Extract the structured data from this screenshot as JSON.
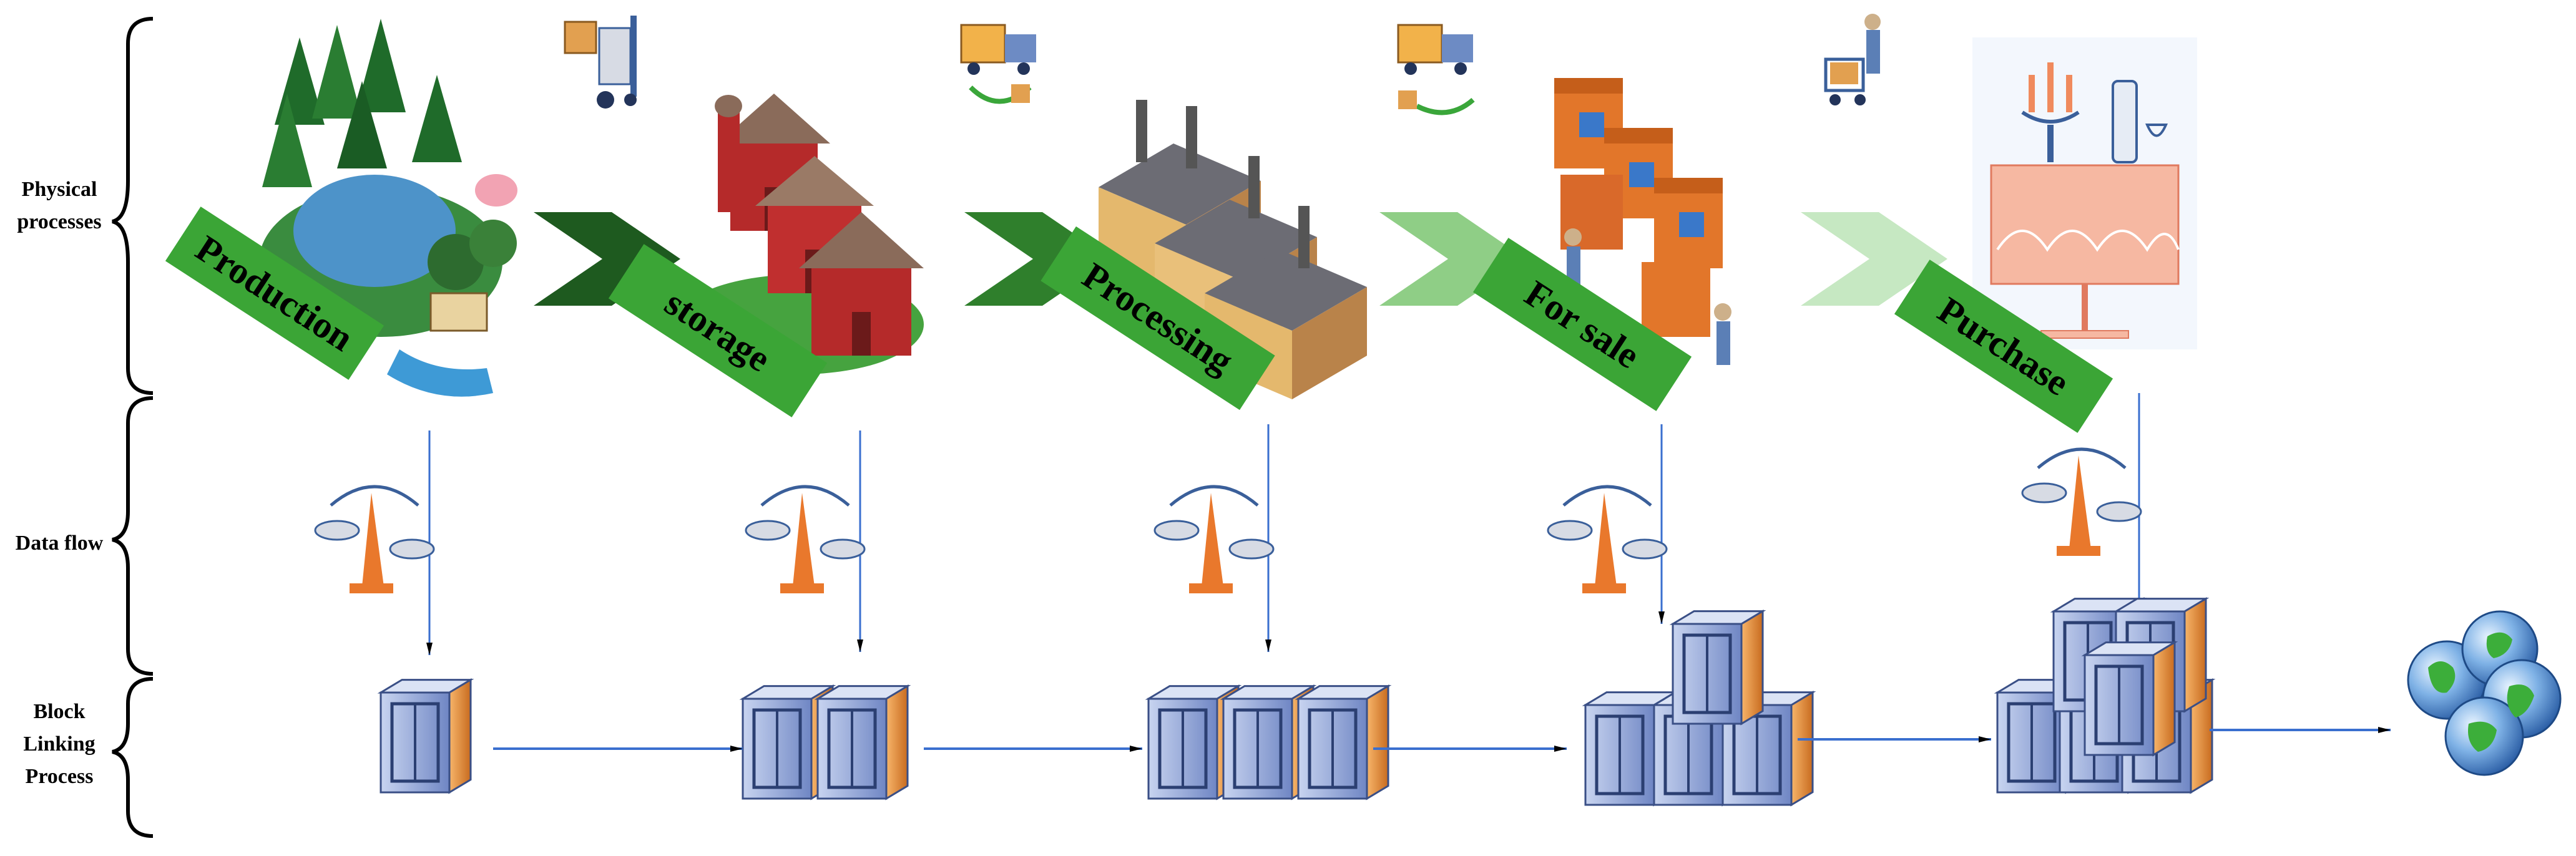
{
  "rows": {
    "physical": [
      "Physical",
      "processes"
    ],
    "data": [
      "Data flow"
    ],
    "block": [
      "Block",
      "Linking",
      "Process"
    ]
  },
  "stages": [
    "Production",
    "storage",
    "Processing",
    "For sale",
    "Purchase"
  ],
  "server_counts": [
    1,
    2,
    3,
    4,
    6
  ],
  "icons": {
    "stage_images": [
      "forest-farm-icon",
      "barn-icon",
      "factory-icon",
      "market-shops-icon",
      "dining-table-icon"
    ],
    "transport_icons": [
      "forklift-icon",
      "delivery-truck-icon",
      "delivery-truck-icon",
      "shopping-cart-icon"
    ],
    "data_icon": "balance-scale-icon",
    "block_icon": "server-cube-icon",
    "final_icon": "globe-network-icon"
  },
  "colors": {
    "label_green": "#3ba536",
    "chevrons": [
      "#1e5a1f",
      "#2f7f2c",
      "#8fce86",
      "#c6e8c2"
    ],
    "arrow_blue": "#3a6fcf",
    "server_blue": "#8ea5d8",
    "server_orange": "#e69038",
    "brace": "#000000"
  }
}
